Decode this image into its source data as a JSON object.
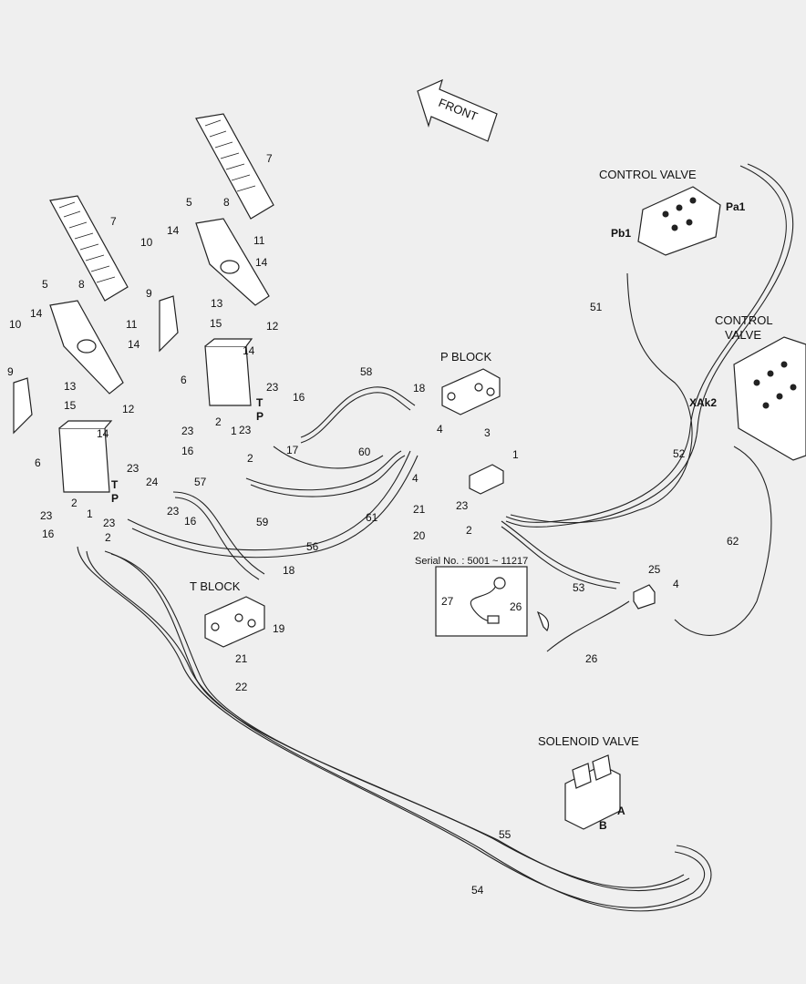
{
  "labels": {
    "control_valve_1": "CONTROL VALVE",
    "control_valve_2_line1": "CONTROL",
    "control_valve_2_line2": "VALVE",
    "p_block": "P BLOCK",
    "t_block": "T BLOCK",
    "solenoid_valve": "SOLENOID VALVE",
    "front": "FRONT",
    "serial": "Serial No. : 5001 ~ 11217",
    "pa1": "Pa1",
    "pb1": "Pb1",
    "xak2": "XAk2",
    "port_t": "T",
    "port_p": "P",
    "port_a": "A",
    "port_b": "B"
  },
  "callouts": {
    "n1": "1",
    "n2": "2",
    "n3": "3",
    "n4": "4",
    "n5": "5",
    "n6": "6",
    "n7": "7",
    "n8": "8",
    "n9": "9",
    "n10": "10",
    "n11": "11",
    "n12": "12",
    "n13": "13",
    "n14": "14",
    "n15": "15",
    "n16": "16",
    "n17": "17",
    "n18": "18",
    "n19": "19",
    "n20": "20",
    "n21": "21",
    "n22": "22",
    "n23": "23",
    "n24": "24",
    "n25": "25",
    "n26": "26",
    "n27": "27",
    "n51": "51",
    "n52": "52",
    "n53": "53",
    "n54": "54",
    "n55": "55",
    "n56": "56",
    "n57": "57",
    "n58": "58",
    "n59": "59",
    "n60": "60",
    "n61": "61",
    "n62": "62"
  }
}
